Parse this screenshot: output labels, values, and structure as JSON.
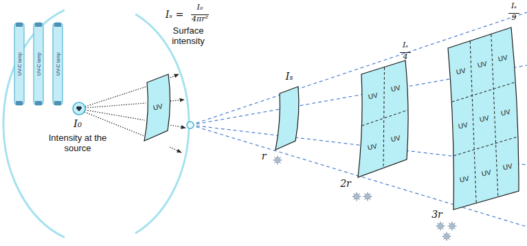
{
  "diagram": {
    "nodes": [
      {
        "text": [
          "UV-C lamp"
        ]
      },
      {
        "text": [
          "UV-C lamp"
        ]
      },
      {
        "text": [
          "UV-C lamp"
        ]
      },
      {
        "text": [
          "UV"
        ]
      },
      {
        "text": [
          "UV",
          "UV",
          "UV",
          "UV"
        ]
      },
      {
        "text": [
          "UV",
          "UV",
          "UV",
          "UV",
          "UV",
          "UV",
          "UV",
          "UV",
          "UV"
        ]
      }
    ],
    "labels": [
      "I₀",
      "Intensity at the source",
      "Iₛ =",
      "I₀",
      "4πr²",
      "Surface intensity",
      "Iₛ",
      "r",
      "Iₛ",
      "4",
      "2r",
      "Iₛ",
      "9",
      "3r"
    ]
  }
}
